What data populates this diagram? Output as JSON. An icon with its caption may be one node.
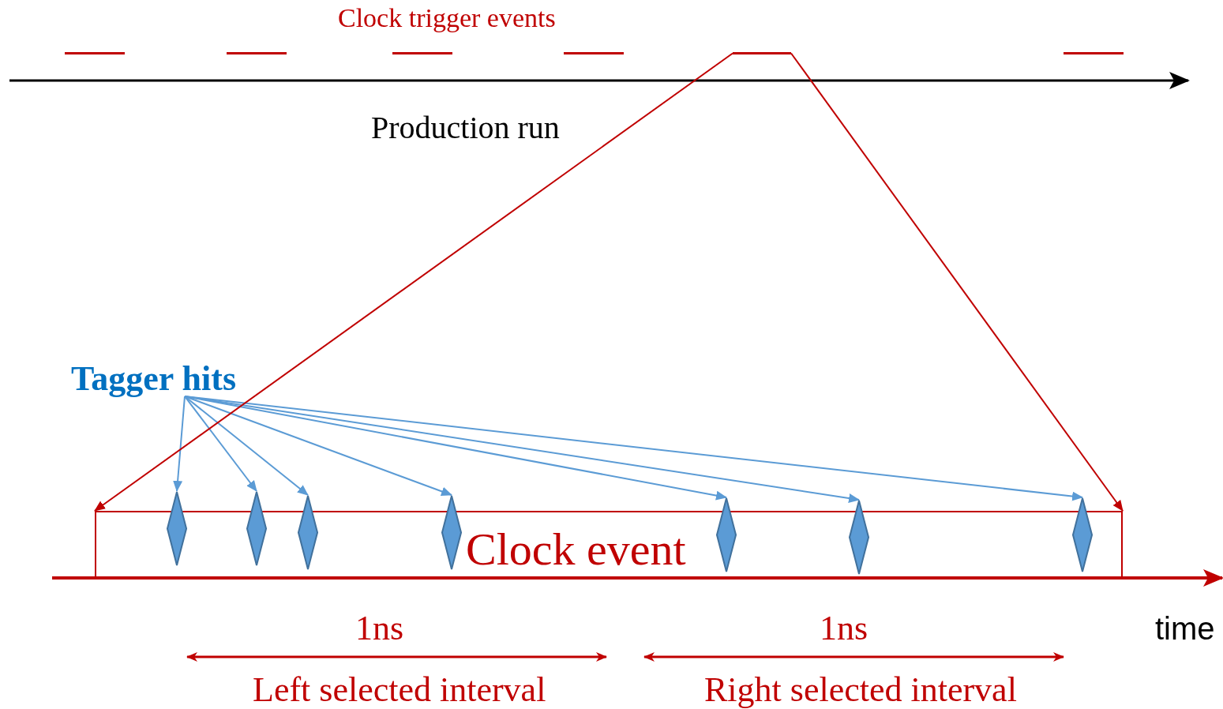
{
  "diagram": {
    "nodes": [
      {
        "text": [],
        "shape": "bar"
      },
      {
        "text": [],
        "shape": "bar"
      },
      {
        "text": [],
        "shape": "bar"
      },
      {
        "text": [],
        "shape": "bar"
      },
      {
        "text": [],
        "shape": "bar"
      },
      {
        "text": [],
        "shape": "bar"
      },
      {
        "text": [
          "Clock event"
        ]
      },
      {
        "text": [
          "Tagger hits"
        ]
      },
      {
        "text": [],
        "shape": "diamond"
      },
      {
        "text": [],
        "shape": "diamond"
      },
      {
        "text": [],
        "shape": "diamond"
      },
      {
        "text": [],
        "shape": "diamond"
      },
      {
        "text": [],
        "shape": "diamond"
      },
      {
        "text": [],
        "shape": "diamond"
      },
      {
        "text": [],
        "shape": "diamond"
      }
    ],
    "edges": [
      {
        "from": 7,
        "to": 8,
        "arrow": "to"
      },
      {
        "from": 7,
        "to": 9,
        "arrow": "to"
      },
      {
        "from": 7,
        "to": 10,
        "arrow": "to"
      },
      {
        "from": 7,
        "to": 11,
        "arrow": "to"
      },
      {
        "from": 7,
        "to": 12,
        "arrow": "to"
      },
      {
        "from": 7,
        "to": 13,
        "arrow": "to"
      },
      {
        "from": 7,
        "to": 14,
        "arrow": "to"
      },
      {
        "from": 4,
        "to": 6,
        "arrow": "to",
        "color": "#c00000"
      },
      {
        "from": 4,
        "to": 6,
        "arrow": "to",
        "color": "#c00000"
      }
    ],
    "labels": [
      "Clock trigger events",
      "Production run",
      "1ns",
      "1ns",
      "time",
      "Left selected interval",
      "Right selected interval"
    ]
  }
}
